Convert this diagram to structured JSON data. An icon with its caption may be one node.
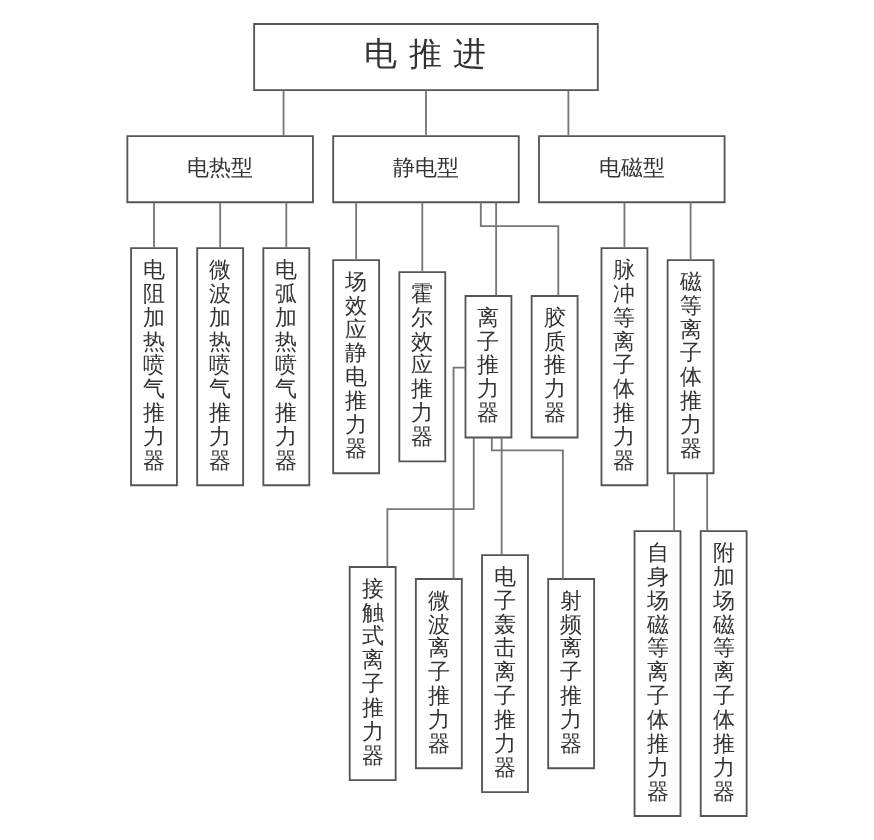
{
  "diagram": {
    "nodes": [
      {
        "text": [
          "电 推 进"
        ]
      },
      {
        "text": [
          "电热型"
        ]
      },
      {
        "text": [
          "静电型"
        ]
      },
      {
        "text": [
          "电磁型"
        ]
      },
      {
        "text": [
          "电阻加热喷气推力器"
        ]
      },
      {
        "text": [
          "微波加热喷气推力器"
        ]
      },
      {
        "text": [
          "电弧加热喷气推力器"
        ]
      },
      {
        "text": [
          "场效应静电推力器"
        ]
      },
      {
        "text": [
          "霍尔效应推力器"
        ]
      },
      {
        "text": [
          "离子推力器"
        ]
      },
      {
        "text": [
          "胶质推力器"
        ]
      },
      {
        "text": [
          "脉冲等离子体推力器"
        ]
      },
      {
        "text": [
          "磁等离子体推力器"
        ]
      },
      {
        "text": [
          "接触式离子推力器"
        ]
      },
      {
        "text": [
          "微波离子推力器"
        ]
      },
      {
        "text": [
          "电子轰击离子推力器"
        ]
      },
      {
        "text": [
          "射频离子推力器"
        ]
      },
      {
        "text": [
          "自身场磁等离子体推力器"
        ]
      },
      {
        "text": [
          "附加场磁等离子体推力器"
        ]
      }
    ],
    "edges": [
      {
        "from": 0,
        "to": 1,
        "arrow": "none"
      },
      {
        "from": 0,
        "to": 2,
        "arrow": "none"
      },
      {
        "from": 0,
        "to": 3,
        "arrow": "none"
      },
      {
        "from": 1,
        "to": 4,
        "arrow": "none"
      },
      {
        "from": 1,
        "to": 5,
        "arrow": "none"
      },
      {
        "from": 1,
        "to": 6,
        "arrow": "none"
      },
      {
        "from": 2,
        "to": 7,
        "arrow": "none"
      },
      {
        "from": 2,
        "to": 8,
        "arrow": "none"
      },
      {
        "from": 2,
        "to": 9,
        "arrow": "none"
      },
      {
        "from": 2,
        "to": 10,
        "arrow": "none"
      },
      {
        "from": 3,
        "to": 11,
        "arrow": "none"
      },
      {
        "from": 3,
        "to": 12,
        "arrow": "none"
      },
      {
        "from": 9,
        "to": 13,
        "arrow": "none"
      },
      {
        "from": 9,
        "to": 14,
        "arrow": "none"
      },
      {
        "from": 9,
        "to": 15,
        "arrow": "none"
      },
      {
        "from": 9,
        "to": 16,
        "arrow": "none"
      },
      {
        "from": 12,
        "to": 17,
        "arrow": "none"
      },
      {
        "from": 12,
        "to": 18,
        "arrow": "none"
      }
    ]
  }
}
